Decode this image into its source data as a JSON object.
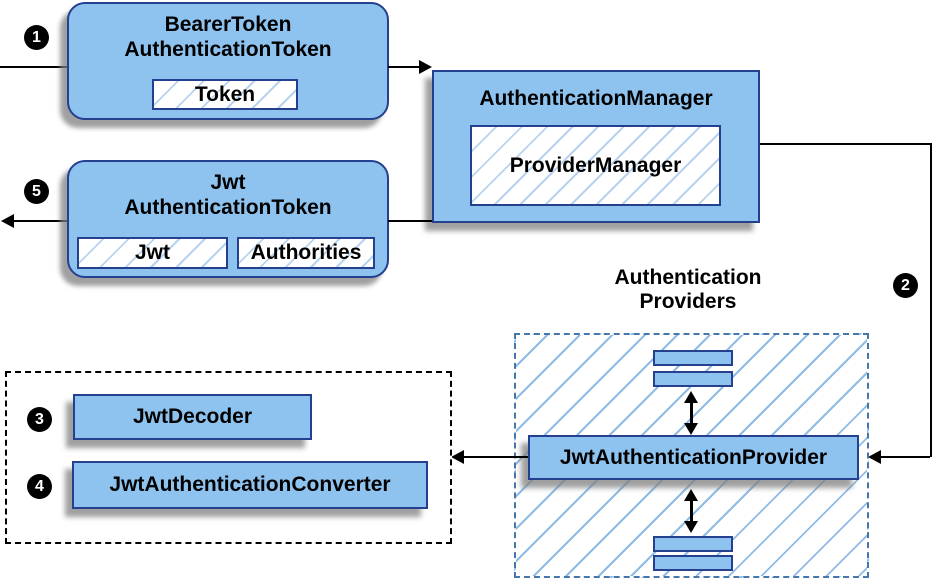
{
  "nodes": {
    "bearer_token": {
      "line1": "BearerToken",
      "line2": "AuthenticationToken",
      "chip": "Token"
    },
    "authentication_manager": {
      "title": "AuthenticationManager",
      "chip": "ProviderManager"
    },
    "jwt_authentication_token": {
      "line1": "Jwt",
      "line2": "AuthenticationToken",
      "chip_jwt": "Jwt",
      "chip_authorities": "Authorities"
    },
    "providers_group": {
      "label_line1": "Authentication",
      "label_line2": "Providers",
      "provider": "JwtAuthenticationProvider"
    },
    "converter_group": {
      "decoder": "JwtDecoder",
      "converter": "JwtAuthenticationConverter"
    }
  },
  "steps": {
    "step1": "1",
    "step2": "2",
    "step3": "3",
    "step4": "4",
    "step5": "5"
  },
  "colors": {
    "node_fill": "#8EC3F0",
    "node_border": "#24408F",
    "hatch_line": "#8FBCE6",
    "providers_dash_border": "#4577AD",
    "shadow": "#808080",
    "arrow": "#000000"
  }
}
